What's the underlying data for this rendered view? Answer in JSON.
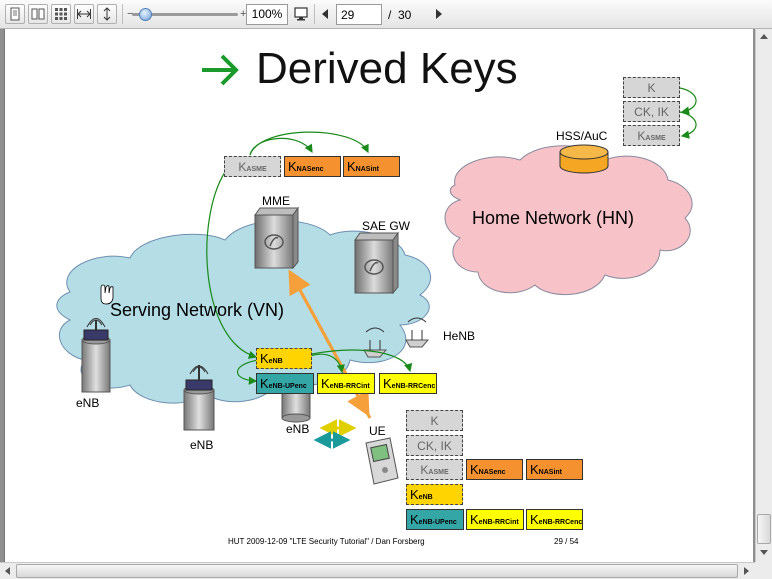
{
  "toolbar": {
    "zoom_minus": "−",
    "zoom_plus": "+",
    "zoom_level": "100%",
    "page_current": "29",
    "page_separator": "/",
    "page_total": "30"
  },
  "slide": {
    "title": "Derived Keys",
    "labels": {
      "mme": "MME",
      "sae_gw": "SAE GW",
      "hss_auc": "HSS/AuC",
      "henb": "HeNB",
      "enb_left": "eNB",
      "enb_mid": "eNB",
      "enb_right": "eNB",
      "ue": "UE"
    },
    "networks": {
      "serving": "Serving Network (VN)",
      "home": "Home Network (HN)"
    },
    "keys": {
      "k": "K",
      "ck_ik": "CK, IK",
      "k_asme": {
        "k": "K",
        "sub": "ASME"
      },
      "k_nasenc": {
        "k": "K",
        "sub": "NASenc"
      },
      "k_nasint": {
        "k": "K",
        "sub": "NASint"
      },
      "k_enb": {
        "k": "K",
        "sub": "eNB"
      },
      "k_enb_upenc": {
        "k": "K",
        "sub": "eNB-UPenc"
      },
      "k_enb_rrcint": {
        "k": "K",
        "sub": "eNB-RRCint"
      },
      "k_enb_rrcenc": {
        "k": "K",
        "sub": "eNB-RRCenc"
      }
    },
    "footer": {
      "left": "HUT 2009-12-09 \"LTE Security Tutorial\" / Dan Forsberg",
      "right": "29 / 54"
    }
  },
  "colors": {
    "title_arrow": "#1a9a2a",
    "serving_cloud": "#b5dde6",
    "home_cloud": "#f7c3c8",
    "key_orange": "#f5922f",
    "key_yellow": "#ffff00",
    "key_gold": "#ffd400",
    "key_teal": "#35a6a6",
    "key_gray": "#d6d6d6",
    "hss_orange": "#f5a623",
    "arrow_orange": "#f5a03a"
  }
}
